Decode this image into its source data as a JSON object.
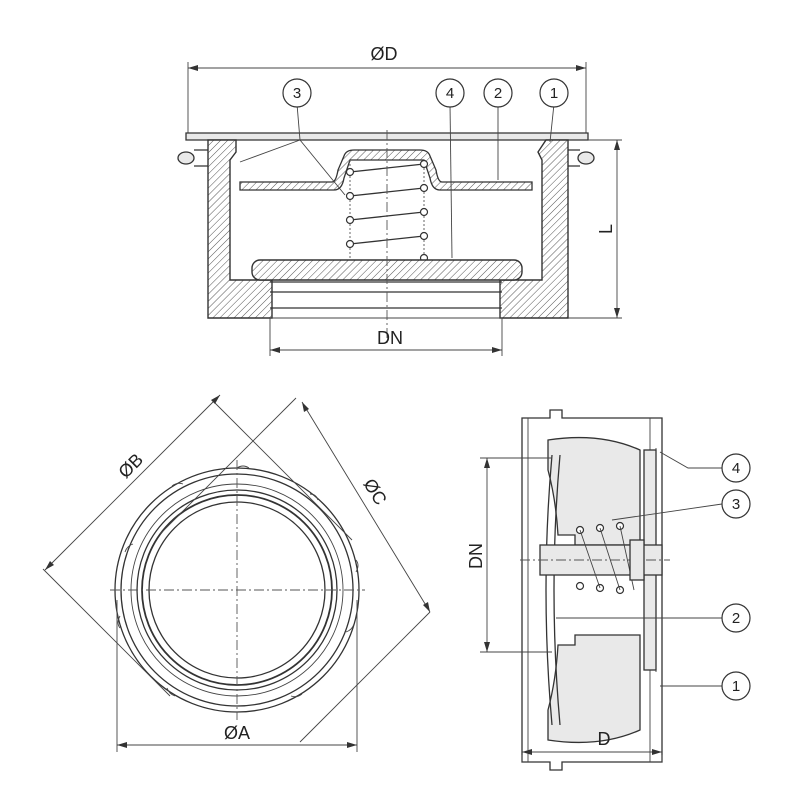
{
  "labels": {
    "od": "ØD",
    "dn_top": "DN",
    "l": "L",
    "ob": "ØB",
    "oc": "ØC",
    "oa": "ØA",
    "dn_side": "DN",
    "d": "D"
  },
  "callouts_top": [
    "3",
    "4",
    "2",
    "1"
  ],
  "callouts_side": [
    "4",
    "3",
    "2",
    "1"
  ],
  "colors": {
    "line": "#333333",
    "hatch": "#555555",
    "fill": "#e9e9e9"
  }
}
